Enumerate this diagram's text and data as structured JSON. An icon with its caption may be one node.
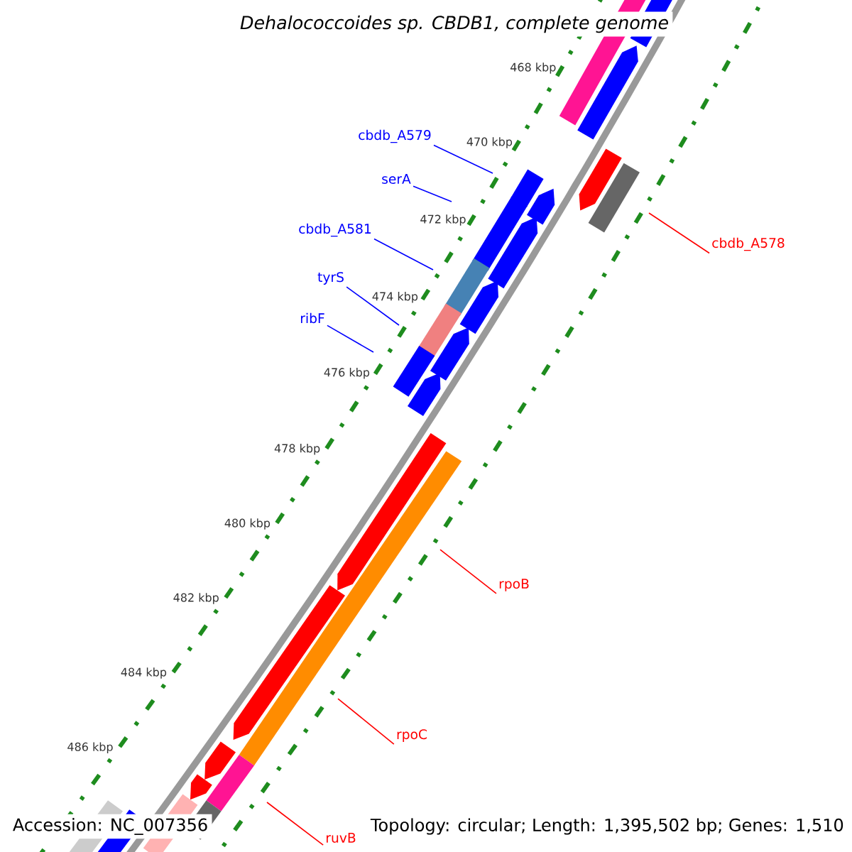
{
  "diagram": {
    "title": "Dehalococcoides sp. CBDB1, complete genome",
    "nodes": [
      {
        "text": [
          "cbdb_A579"
        ]
      },
      {
        "text": [
          "serA"
        ]
      },
      {
        "text": [
          "cbdb_A581"
        ]
      },
      {
        "text": [
          "tyrS"
        ]
      },
      {
        "text": [
          "ribF"
        ]
      },
      {
        "text": [
          "cbdb_A578"
        ]
      },
      {
        "text": [
          "rpoB"
        ]
      },
      {
        "text": [
          "rpoC"
        ]
      },
      {
        "text": [
          "ruvB"
        ]
      }
    ],
    "edges": [
      {
        "from": 0,
        "to": null,
        "arrow": "none"
      },
      {
        "from": 1,
        "to": null,
        "arrow": "none"
      },
      {
        "from": 2,
        "to": null,
        "arrow": "none"
      },
      {
        "from": 3,
        "to": null,
        "arrow": "none"
      },
      {
        "from": 4,
        "to": null,
        "arrow": "none"
      },
      {
        "from": 5,
        "to": null,
        "arrow": "none",
        "color": "#ff0000"
      },
      {
        "from": 6,
        "to": null,
        "arrow": "none",
        "color": "#ff0000"
      },
      {
        "from": 7,
        "to": null,
        "arrow": "none",
        "color": "#ff0000"
      },
      {
        "from": 8,
        "to": null,
        "arrow": "none",
        "color": "#ff0000"
      }
    ],
    "labels": [
      "468 kbp",
      "470 kbp",
      "472 kbp",
      "474 kbp",
      "476 kbp",
      "478 kbp",
      "480 kbp",
      "482 kbp",
      "484 kbp",
      "486 kbp",
      "Accession: NC_007356",
      "Topology: circular; Length: 1,395,502 bp; Genes: 1,510"
    ]
  }
}
